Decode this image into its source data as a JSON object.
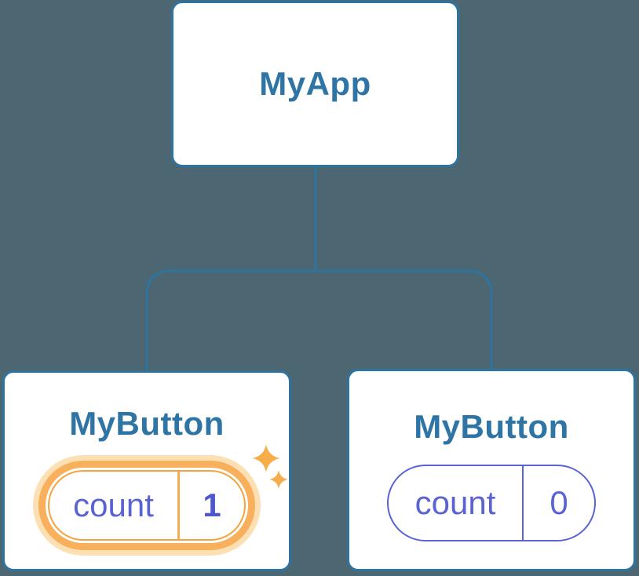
{
  "colors": {
    "background": "#4c6771",
    "card-bg": "#ffffff",
    "card-border": "#2f739f",
    "connector": "#2f739f",
    "label-text": "#2e74a4",
    "state-text": "#5b63d3",
    "state-value-highlight-text": "#4f58cb",
    "highlight-ring": "#f8b05c",
    "highlight-halo": "#fce0b4",
    "highlight-border": "#f4a43e",
    "highlight-divider": "#f5ad52",
    "sparkle": "#f7ad4a"
  },
  "tree": {
    "root": {
      "label": "MyApp"
    },
    "children": [
      {
        "label": "MyButton",
        "state": {
          "key": "count",
          "value": "1"
        },
        "highlighted": true,
        "icons": [
          "sparkle-icon",
          "sparkle-icon"
        ]
      },
      {
        "label": "MyButton",
        "state": {
          "key": "count",
          "value": "0"
        },
        "highlighted": false,
        "icons": []
      }
    ]
  }
}
